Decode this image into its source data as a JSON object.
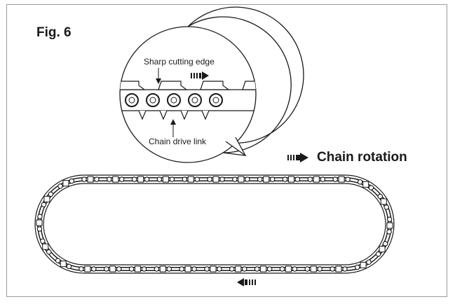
{
  "figure": {
    "label": "Fig. 6"
  },
  "callout": {
    "top_label": "Sharp cutting edge",
    "bottom_label": "Chain drive link"
  },
  "legend": {
    "rotation_label": "Chain rotation"
  },
  "colors": {
    "ink": "#1a1a1a",
    "frame": "#9a9a9a"
  },
  "icons": {
    "direction_forward": "dashed-arrow-right-icon",
    "direction_back": "dashed-arrow-left-icon"
  }
}
